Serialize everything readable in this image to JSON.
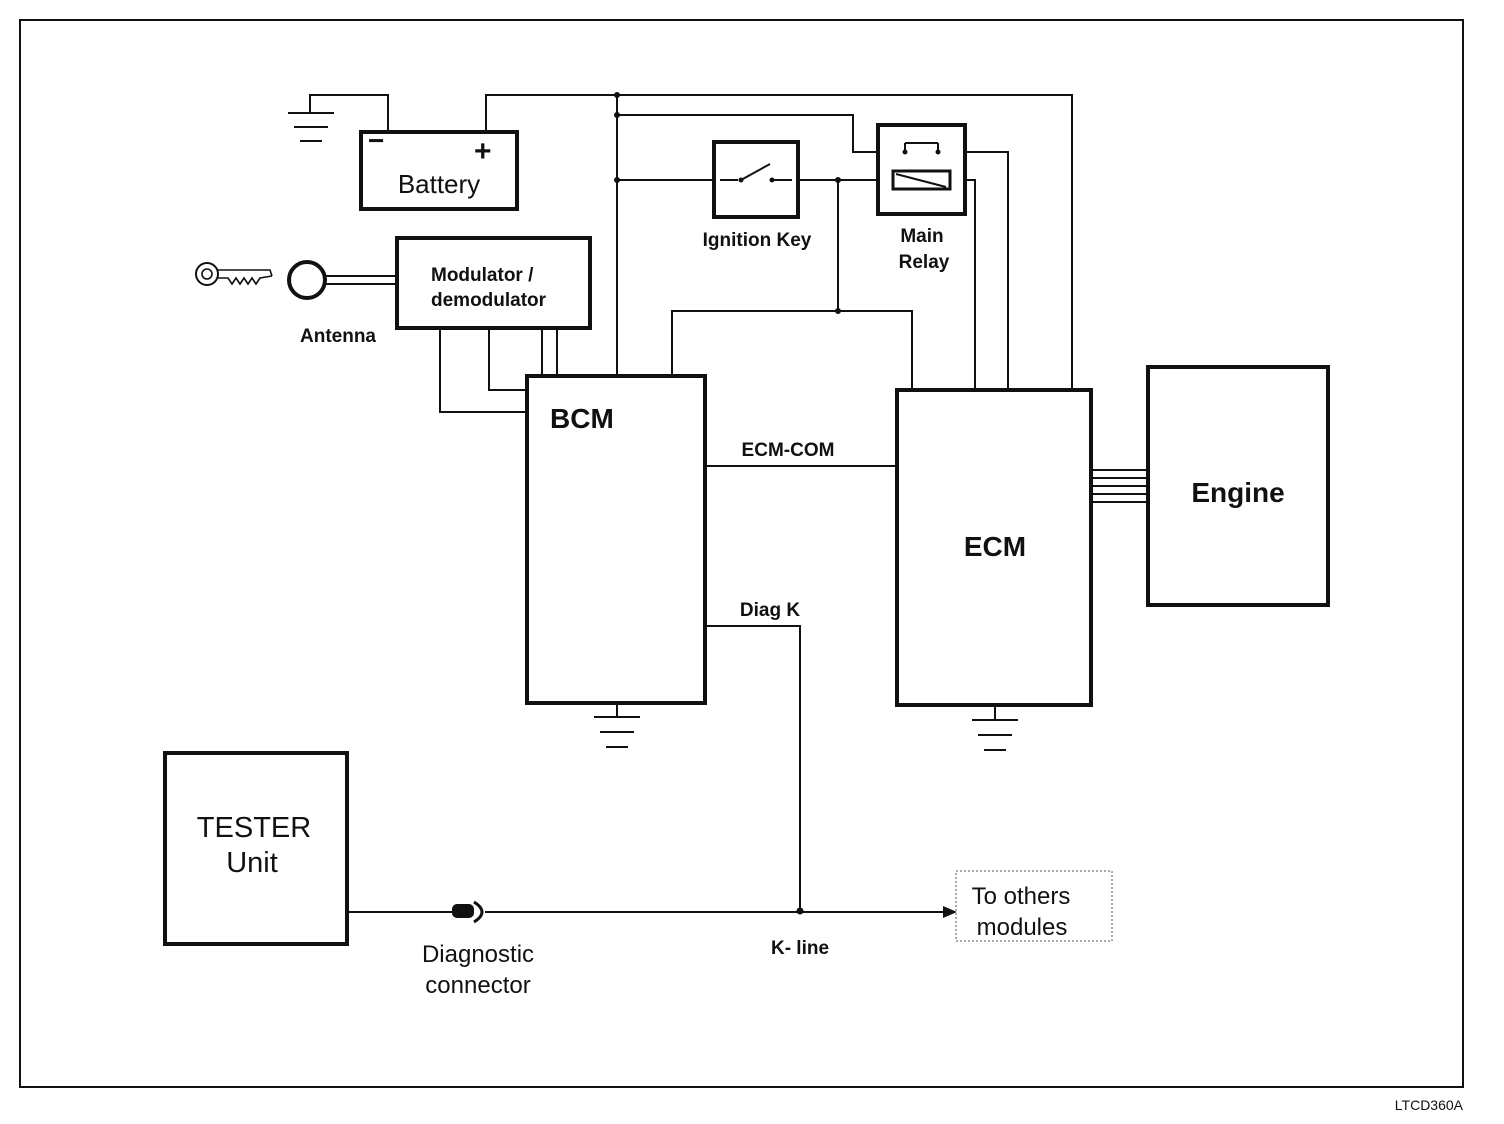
{
  "diagram": {
    "components": {
      "battery": {
        "label": "Battery",
        "minus": "−",
        "plus": "+"
      },
      "ignition_key": {
        "label": "Ignition Key"
      },
      "main_relay": {
        "label_line1": "Main",
        "label_line2": "Relay"
      },
      "modulator": {
        "label_line1": "Modulator /",
        "label_line2": "demodulator"
      },
      "antenna": {
        "label": "Antenna"
      },
      "bcm": {
        "label": "BCM"
      },
      "ecm": {
        "label": "ECM"
      },
      "engine": {
        "label": "Engine"
      },
      "tester": {
        "label_line1": "TESTER",
        "label_line2": "Unit"
      },
      "diagnostic_connector": {
        "label_line1": "Diagnostic",
        "label_line2": "connector"
      },
      "other_modules": {
        "label_line1": "To others",
        "label_line2": "modules"
      }
    },
    "signals": {
      "ecm_com": "ECM-COM",
      "diag_k": "Diag K",
      "k_line": "K- line"
    },
    "figure_code": "LTCD360A"
  }
}
